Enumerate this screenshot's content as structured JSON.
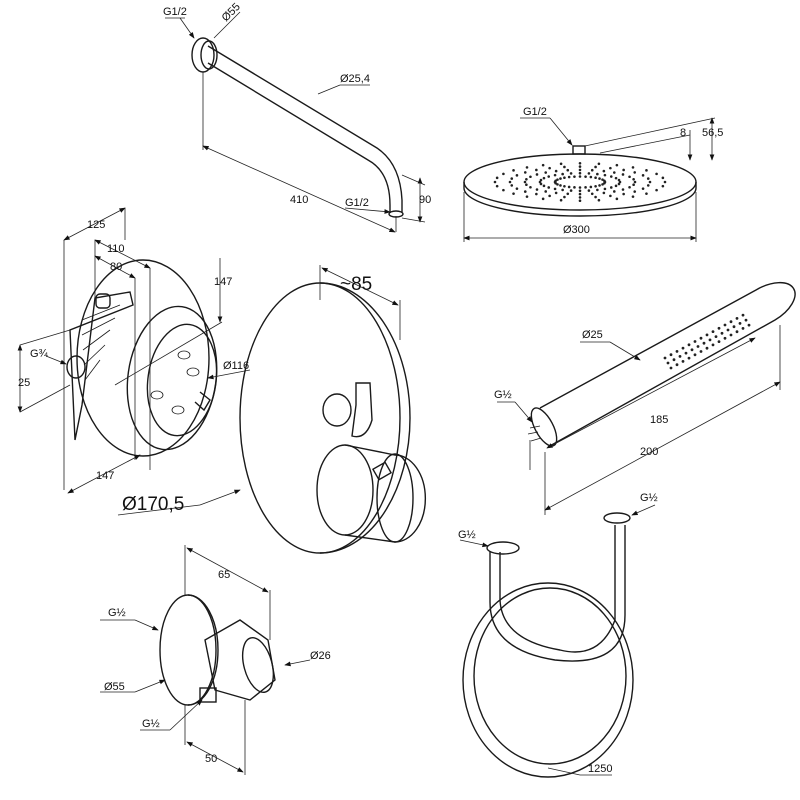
{
  "shower_arm": {
    "thread_wall": "G1/2",
    "flange_dia": "Ø55",
    "pipe_dia": "Ø25,4",
    "length": "410",
    "thread_head": "G1/2",
    "drop": "90"
  },
  "rain_head": {
    "thread": "G1/2",
    "thickness": "8",
    "height": "56,5",
    "diameter": "Ø300"
  },
  "valve_body": {
    "depth_total": "125",
    "depth_mid": "110",
    "depth_min": "80",
    "height": "147",
    "inlet_thread": "G¾",
    "inlet_offset": "25",
    "cartridge_dia": "Ø116",
    "width": "147"
  },
  "thermostat": {
    "projection": "~85",
    "plate_dia": "Ø170,5"
  },
  "hand_shower": {
    "diameter": "Ø25",
    "thread": "G½",
    "body_length": "185",
    "total_length": "200"
  },
  "hose": {
    "thread_left": "G½",
    "thread_right": "G½",
    "length": "1250"
  },
  "wall_outlet": {
    "depth": "65",
    "thread_in": "G½",
    "outlet_dia": "Ø26",
    "flange_dia": "Ø55",
    "thread_out": "G½",
    "offset": "50"
  }
}
